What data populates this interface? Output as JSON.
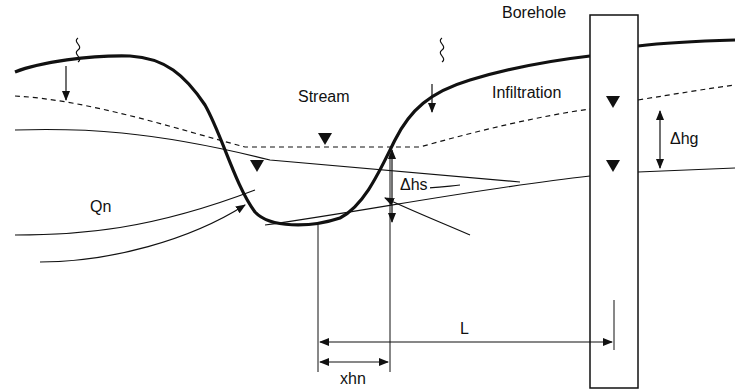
{
  "diagram": {
    "labels": [
      "Borehole",
      "Stream",
      "Infiltration",
      "Δhs",
      "Δhg",
      "Qn",
      "L",
      "xhn"
    ]
  }
}
